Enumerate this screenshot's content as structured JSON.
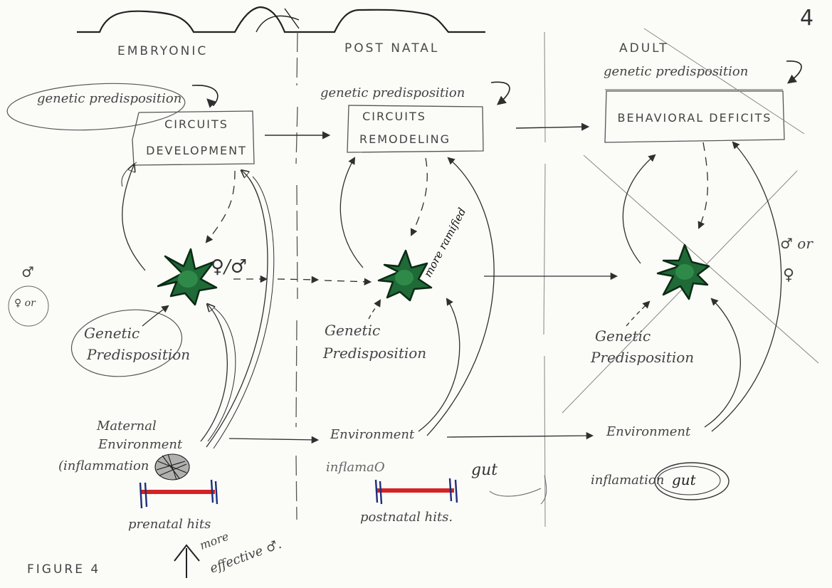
{
  "page_number": "4",
  "figure_label": "FIGURE 4",
  "columns": {
    "embryonic": "EMBRYONIC",
    "postnatal": "POST NATAL",
    "adult": "ADULT"
  },
  "embryonic": {
    "genetic_top": "genetic predisposition",
    "box_line1": "CIRCUITS",
    "box_line2": "DEVELOPMENT",
    "sex_mark": "♀/♂",
    "side_male": "♂",
    "side_circled": "♀ or",
    "genetic_side_1": "Genetic",
    "genetic_side_2": "Predisposition",
    "maternal_1": "Maternal",
    "maternal_2": "Environment",
    "maternal_3": "(inflammation",
    "hits": "prenatal hits",
    "more": "more",
    "effective": "effective ♂."
  },
  "postnatal": {
    "genetic_top": "genetic predisposition",
    "box_line1": "CIRCUITS",
    "box_line2": "REMODELING",
    "more_ramified": "more ramified",
    "genetic_side_1": "Genetic",
    "genetic_side_2": "Predisposition",
    "environment": "Environment",
    "inflam": "inflamaO",
    "gut": "gut",
    "hits": "postnatal hits."
  },
  "adult": {
    "genetic_top": "genetic predisposition",
    "box_text": "BEHAVIORAL DEFICITS",
    "sex_1": "♂ or",
    "sex_2": "♀",
    "genetic_side_1": "Genetic",
    "genetic_side_2": "Predisposition",
    "environment": "Environment",
    "inflam": "inflamation",
    "gut": "gut"
  },
  "colors": {
    "ink": "#2f2f2f",
    "microglia": "#1f6a36",
    "hits_bar": "#d42323",
    "pen_blue": "#2d3f8a"
  }
}
